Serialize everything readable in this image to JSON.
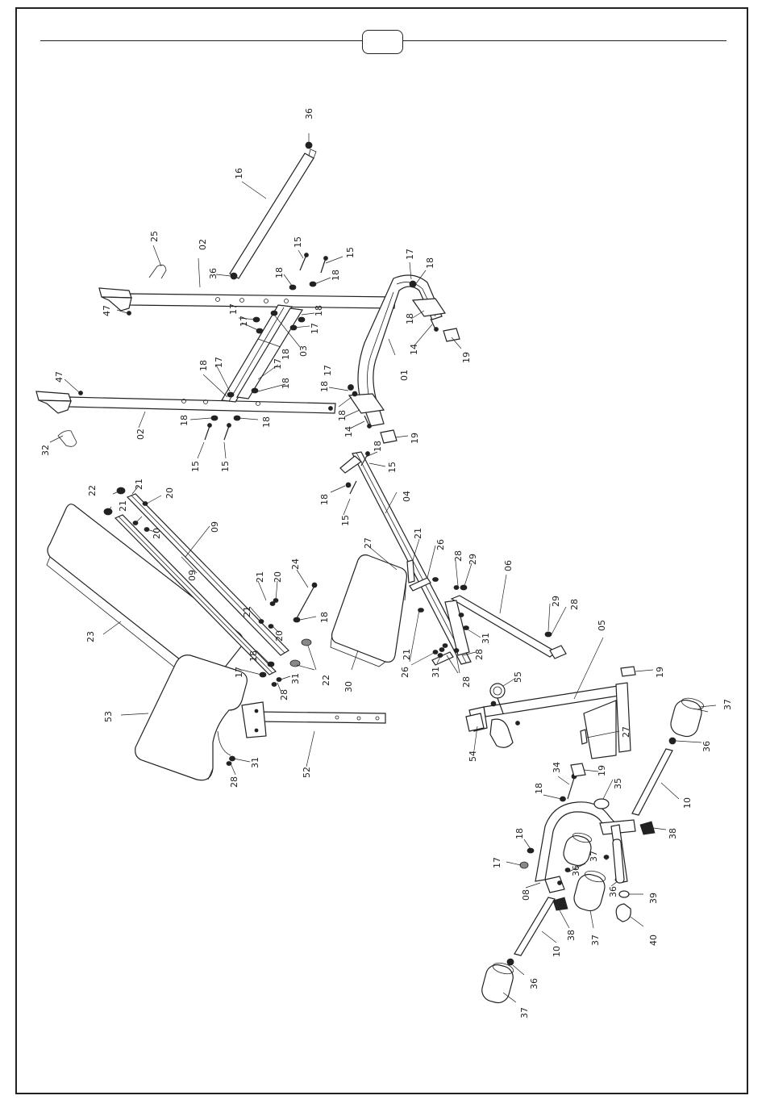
{
  "page_number": "",
  "parts": {
    "p01": "01",
    "p02a": "02",
    "p02b": "02",
    "p03": "03",
    "p04": "04",
    "p05": "05",
    "p06": "06",
    "p08": "08",
    "p09a": "09",
    "p09b": "09",
    "p10a": "10",
    "p10b": "10",
    "p14a": "14",
    "p14b": "14",
    "p15a": "15",
    "p15b": "15",
    "p15c": "15",
    "p15d": "15",
    "p15e": "15",
    "p15f": "15",
    "p16": "16",
    "p17a": "17",
    "p17b": "17",
    "p17c": "17",
    "p17d": "17",
    "p17e": "17",
    "p17f": "17",
    "p17g": "17",
    "p18a": "18",
    "p18b": "18",
    "p18c": "18",
    "p18d": "18",
    "p18e": "18",
    "p18f": "18",
    "p18g": "18",
    "p18h": "18",
    "p18i": "18",
    "p18j": "18",
    "p18k": "18",
    "p18l": "18",
    "p18m": "18",
    "p18n": "18",
    "p18o": "18",
    "p18p": "18",
    "p18q": "18",
    "p18r": "18",
    "p19a": "19",
    "p19b": "19",
    "p19c": "19",
    "p19d": "19",
    "p20a": "20",
    "p20b": "20",
    "p20c": "20",
    "p20d": "20",
    "p21a": "21",
    "p21b": "21",
    "p21c": "21",
    "p21d": "21",
    "p21e": "21",
    "p21f": "21",
    "p22a": "22",
    "p22b": "22",
    "p23": "23",
    "p24": "24",
    "p25": "25",
    "p26a": "26",
    "p26b": "26",
    "p27a": "27",
    "p27b": "27",
    "p28a": "28",
    "p28b": "28",
    "p28c": "28",
    "p28d": "28",
    "p28e": "28",
    "p28f": "28",
    "p29a": "29",
    "p29b": "29",
    "p30": "30",
    "p31a": "31",
    "p31b": "31",
    "p31c": "31",
    "p31d": "31",
    "p32": "32",
    "p34": "34",
    "p35": "35",
    "p36a": "36",
    "p36b": "36",
    "p36c": "36",
    "p36d": "36",
    "p36e": "36",
    "p36f": "36",
    "p37a": "37",
    "p37b": "37",
    "p37c": "37",
    "p37d": "37",
    "p38a": "38",
    "p38b": "38",
    "p39": "39",
    "p40": "40",
    "p47a": "47",
    "p47b": "47",
    "p52": "52",
    "p53": "53",
    "p54": "54",
    "p55": "55"
  }
}
